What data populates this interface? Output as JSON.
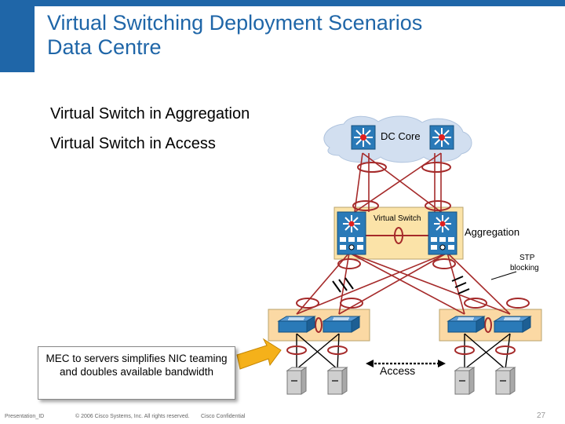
{
  "slide": {
    "title_line1": "Virtual Switching Deployment Scenarios",
    "title_line2": "Data Centre",
    "bullets": [
      "Virtual Switch in Aggregation",
      "Virtual Switch in Access"
    ]
  },
  "diagram": {
    "dc_core_label": "DC Core",
    "virtual_switch_label": "Virtual Switch",
    "aggregation_label": "Aggregation",
    "stp_label_line1": "STP",
    "stp_label_line2": "blocking",
    "access_label": "Access"
  },
  "callout": {
    "text": "MEC to servers simplifies NIC teaming and doubles available bandwidth"
  },
  "footer": {
    "presentation_id": "Presentation_ID",
    "copyright": "© 2006 Cisco Systems, Inc. All rights reserved.",
    "confidential": "Cisco Confidential",
    "page_number": "27"
  },
  "colors": {
    "brand_blue": "#1f66a8",
    "link_red": "#a52a2a",
    "cloud_blue": "#d2dff0",
    "aggregation_box": "#fbe3a8",
    "access_box": "#fbd9a4"
  },
  "icons": [
    "router-icon",
    "switch-icon",
    "server-icon",
    "arrow-icon"
  ]
}
